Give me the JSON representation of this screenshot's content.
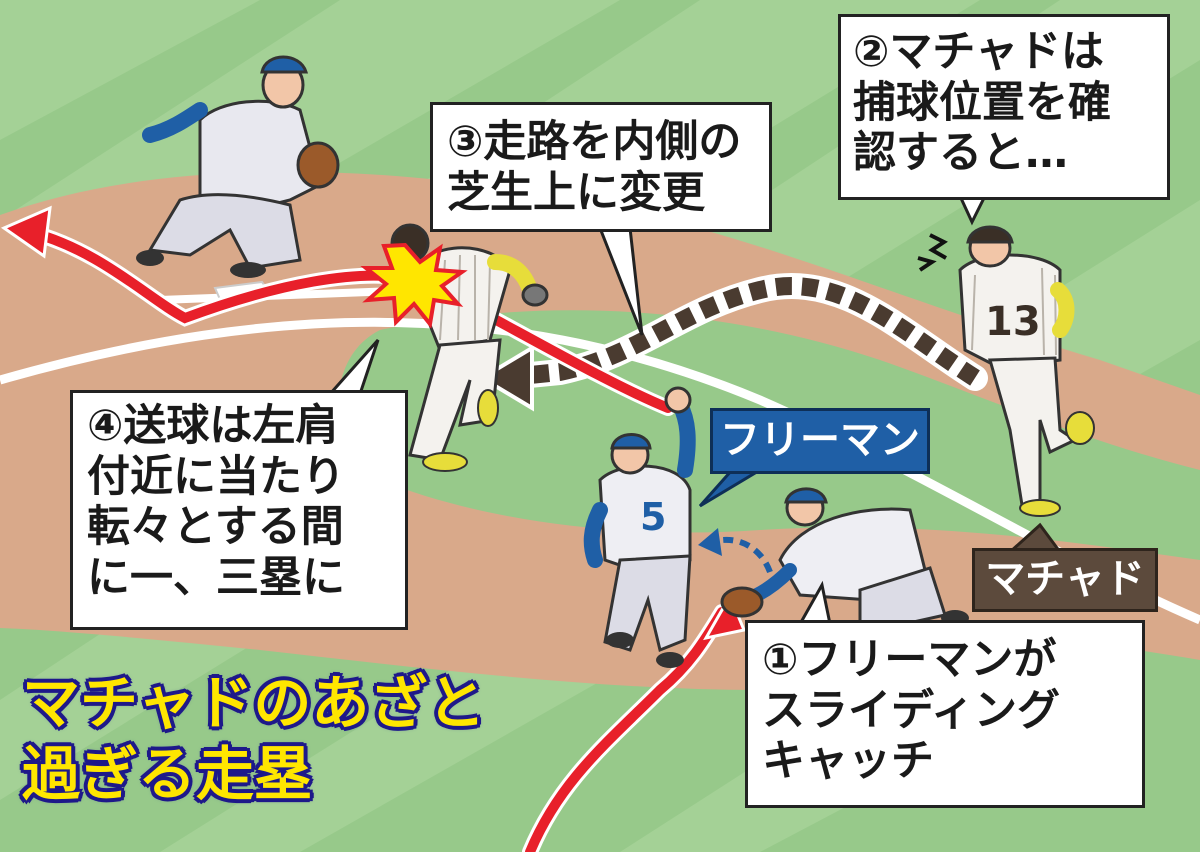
{
  "callouts": {
    "step1": {
      "lines": [
        "①フリーマンが",
        "スライディング",
        "キャッチ"
      ]
    },
    "step2": {
      "lines": [
        "②マチャドは",
        "捕球位置を確",
        "認すると…"
      ]
    },
    "step3": {
      "lines": [
        "③走路を内側の",
        "芝生上に変更"
      ]
    },
    "step4": {
      "lines": [
        "④送球は左肩",
        "付近に当たり",
        "転々とする間",
        "に一、三塁に"
      ]
    }
  },
  "labels": {
    "freeman": "フリーマン",
    "machado": "マチャド",
    "jersey_freeman": "5",
    "jersey_machado": "13"
  },
  "headline": {
    "lines": [
      "マチャドのあざと",
      "過ぎる走塁"
    ]
  },
  "colors": {
    "grass": "#97c98a",
    "dirt": "#d9a98a",
    "runner_path": "#e8202a",
    "machado_path": "#4a3b30",
    "throw_path": "#1f5fa6",
    "freeman_tag": "#1f5fa6",
    "machado_tag": "#5c4a3c",
    "headline_text": "#ffe600",
    "headline_outline": "#1f1a8a",
    "impact_burst": "#ffe600"
  },
  "icons": {
    "impact": "collision-burst-icon",
    "surprise": "surprise-marks-icon"
  }
}
